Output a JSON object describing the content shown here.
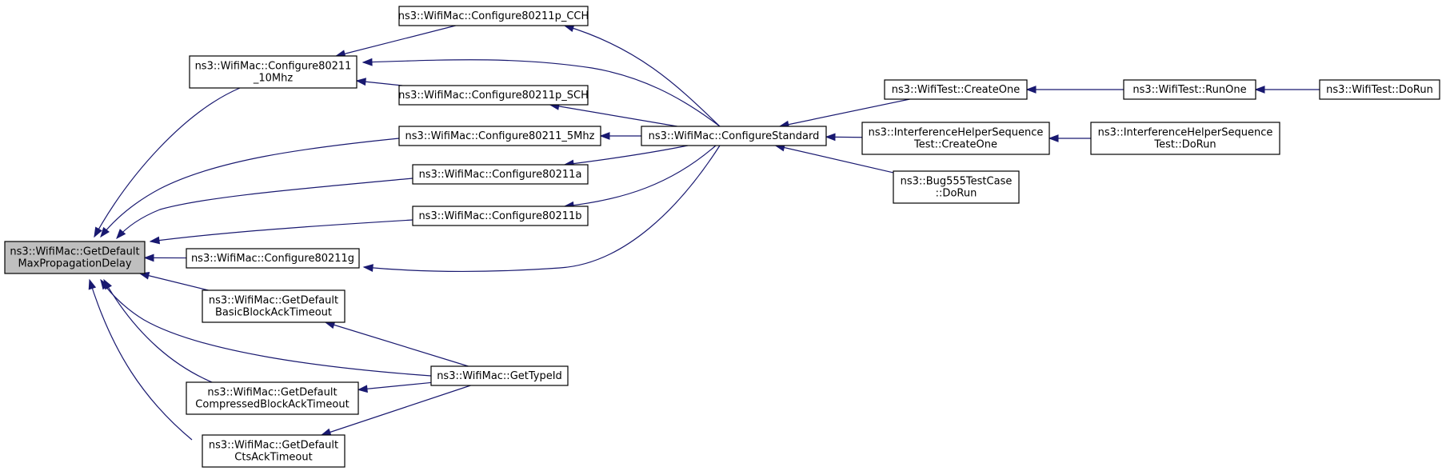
{
  "graph": {
    "colors": {
      "edge": "#191970",
      "node_fill": "#ffffff",
      "root_fill": "#bfbfbf",
      "border": "#000000"
    },
    "nodes": [
      {
        "id": "root",
        "lines": [
          "ns3::WifiMac::GetDefault",
          "MaxPropagationDelay"
        ],
        "root": true
      },
      {
        "id": "cfg10",
        "lines": [
          "ns3::WifiMac::Configure80211",
          "_10Mhz"
        ]
      },
      {
        "id": "pcch",
        "lines": [
          "ns3::WifiMac::Configure80211p_CCH"
        ]
      },
      {
        "id": "psch",
        "lines": [
          "ns3::WifiMac::Configure80211p_SCH"
        ]
      },
      {
        "id": "cfg5",
        "lines": [
          "ns3::WifiMac::Configure80211_5Mhz"
        ]
      },
      {
        "id": "cfga",
        "lines": [
          "ns3::WifiMac::Configure80211a"
        ]
      },
      {
        "id": "cfgb",
        "lines": [
          "ns3::WifiMac::Configure80211b"
        ]
      },
      {
        "id": "cfgg",
        "lines": [
          "ns3::WifiMac::Configure80211g"
        ]
      },
      {
        "id": "basic",
        "lines": [
          "ns3::WifiMac::GetDefault",
          "BasicBlockAckTimeout"
        ]
      },
      {
        "id": "comp",
        "lines": [
          "ns3::WifiMac::GetDefault",
          "CompressedBlockAckTimeout"
        ]
      },
      {
        "id": "cts",
        "lines": [
          "ns3::WifiMac::GetDefault",
          "CtsAckTimeout"
        ]
      },
      {
        "id": "gettype",
        "lines": [
          "ns3::WifiMac::GetTypeId"
        ]
      },
      {
        "id": "cfgstd",
        "lines": [
          "ns3::WifiMac::ConfigureStandard"
        ]
      },
      {
        "id": "createone",
        "lines": [
          "ns3::WifiTest::CreateOne"
        ]
      },
      {
        "id": "ihcreate",
        "lines": [
          "ns3::InterferenceHelperSequence",
          "Test::CreateOne"
        ]
      },
      {
        "id": "bug555",
        "lines": [
          "ns3::Bug555TestCase",
          "::DoRun"
        ]
      },
      {
        "id": "runone",
        "lines": [
          "ns3::WifiTest::RunOne"
        ]
      },
      {
        "id": "ihdorun",
        "lines": [
          "ns3::InterferenceHelperSequence",
          "Test::DoRun"
        ]
      },
      {
        "id": "wtdorun",
        "lines": [
          "ns3::WifiTest::DoRun"
        ]
      }
    ],
    "edges": [
      {
        "from": "cfg10",
        "to": "root"
      },
      {
        "from": "cfg5",
        "to": "root"
      },
      {
        "from": "cfga",
        "to": "root"
      },
      {
        "from": "cfgb",
        "to": "root"
      },
      {
        "from": "cfgg",
        "to": "root"
      },
      {
        "from": "basic",
        "to": "root"
      },
      {
        "from": "gettype",
        "to": "root"
      },
      {
        "from": "comp",
        "to": "root"
      },
      {
        "from": "cts",
        "to": "root"
      },
      {
        "from": "pcch",
        "to": "cfg10"
      },
      {
        "from": "psch",
        "to": "cfg10"
      },
      {
        "from": "cfgstd",
        "to": "cfg10"
      },
      {
        "from": "cfgstd",
        "to": "pcch"
      },
      {
        "from": "cfgstd",
        "to": "psch"
      },
      {
        "from": "cfgstd",
        "to": "cfg5"
      },
      {
        "from": "cfgstd",
        "to": "cfga"
      },
      {
        "from": "cfgstd",
        "to": "cfgb"
      },
      {
        "from": "cfgstd",
        "to": "cfgg"
      },
      {
        "from": "gettype",
        "to": "basic"
      },
      {
        "from": "gettype",
        "to": "comp"
      },
      {
        "from": "gettype",
        "to": "cts"
      },
      {
        "from": "createone",
        "to": "cfgstd"
      },
      {
        "from": "ihcreate",
        "to": "cfgstd"
      },
      {
        "from": "bug555",
        "to": "cfgstd"
      },
      {
        "from": "runone",
        "to": "createone"
      },
      {
        "from": "ihdorun",
        "to": "ihcreate"
      },
      {
        "from": "wtdorun",
        "to": "runone"
      }
    ]
  }
}
